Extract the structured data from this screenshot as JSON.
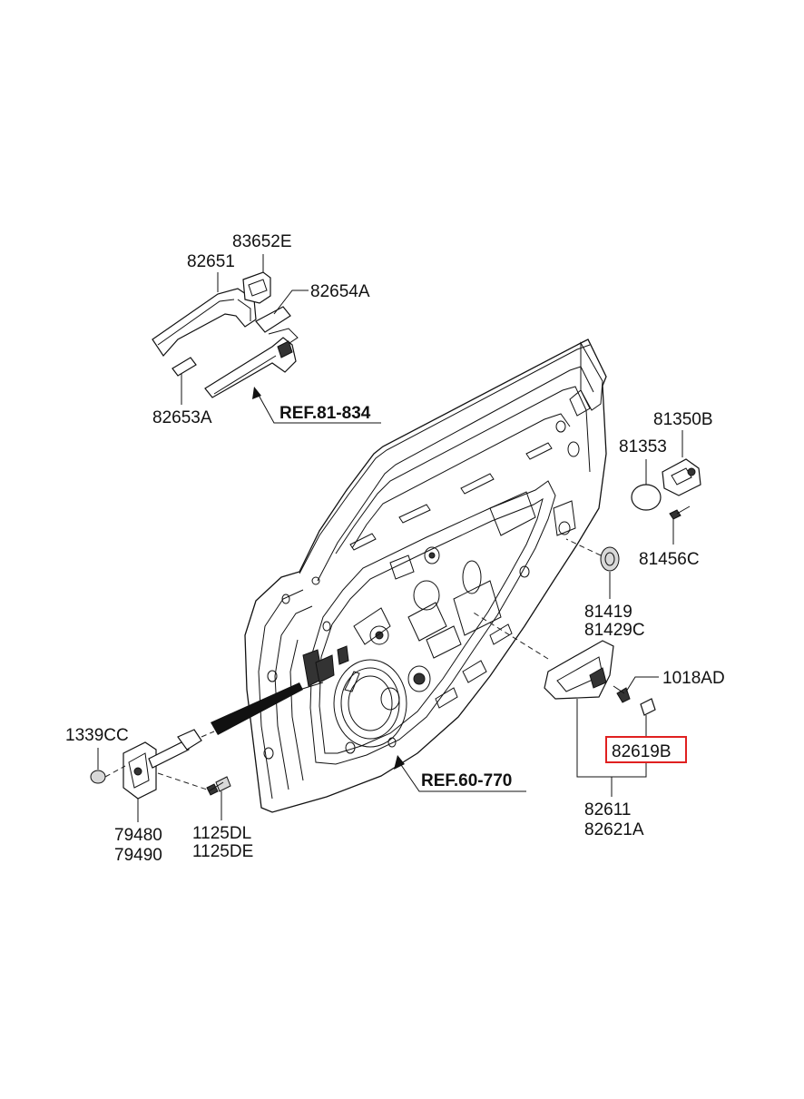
{
  "labels": {
    "p83652E": "83652E",
    "p82651": "82651",
    "p82654A": "82654A",
    "p82653A": "82653A",
    "ref81834": "REF.81-834",
    "p81350B": "81350B",
    "p81353": "81353",
    "p81456C": "81456C",
    "p81419": "81419",
    "p81429C": "81429C",
    "p1018AD": "1018AD",
    "p82619B": "82619B",
    "p82611": "82611",
    "p82621A": "82621A",
    "ref60770": "REF.60-770",
    "p1339CC": "1339CC",
    "p79480": "79480",
    "p79490": "79490",
    "p1125DL": "1125DL",
    "p1125DE": "1125DE"
  },
  "highlighted_part": "82619B",
  "colors": {
    "highlight": "#e02020",
    "line": "#111111",
    "background": "#ffffff"
  }
}
